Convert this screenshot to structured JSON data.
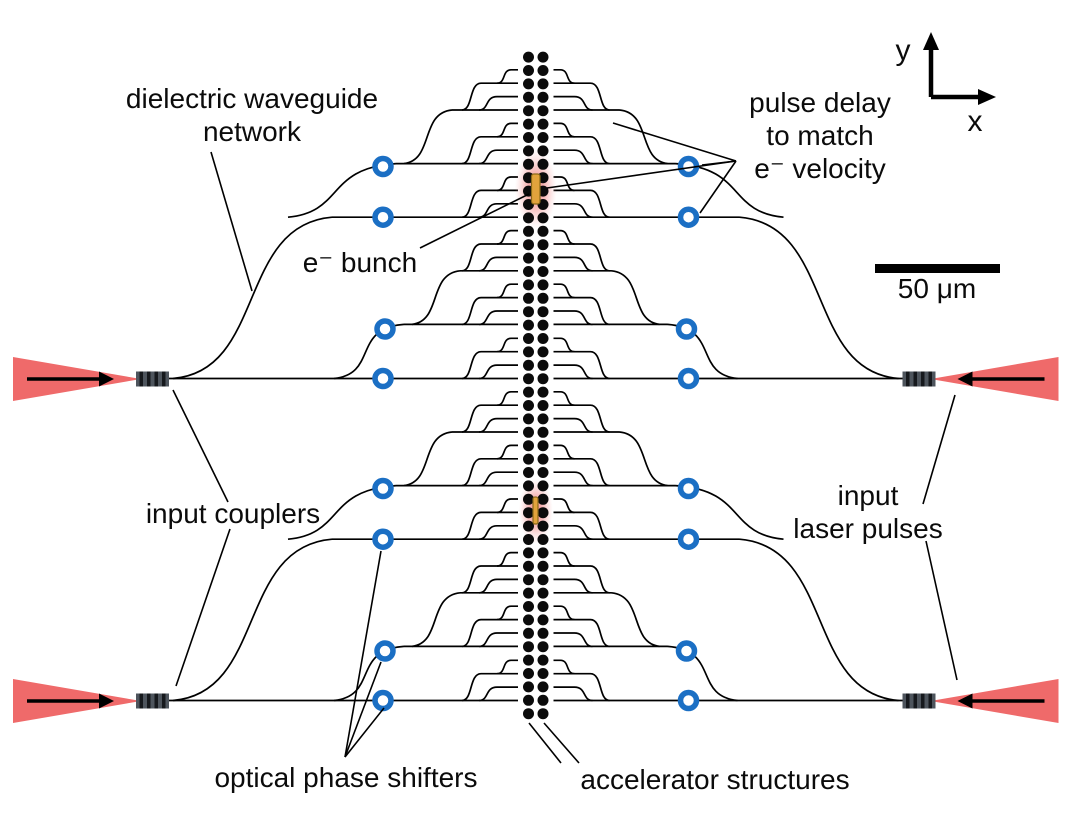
{
  "figure": {
    "labels": {
      "waveguide_network": [
        "dielectric waveguide",
        "network"
      ],
      "pulse_delay": [
        "pulse delay",
        "to match",
        "e⁻ velocity"
      ],
      "e_bunch": "e⁻ bunch",
      "input_couplers": "input couplers",
      "input_laser_pulses": [
        "input",
        "laser pulses"
      ],
      "phase_shifters": "optical phase shifters",
      "accelerator_structures": "accelerator structures"
    },
    "scale_bar": {
      "label": "50 μm"
    },
    "axes": {
      "vertical": "y",
      "horizontal": "x"
    },
    "colors": {
      "waveguide": "#000000",
      "laser_pulse": "#ef6a6a",
      "phase_shifter_blue": "#1b6fc4",
      "coupler_gray": "#4e555d",
      "coupler_stripe": "#16191d",
      "bunch_glow": "#f0807f",
      "bunch_bar": "#e2a33c",
      "bunch_bar_edge": "#8a6a1a"
    }
  }
}
